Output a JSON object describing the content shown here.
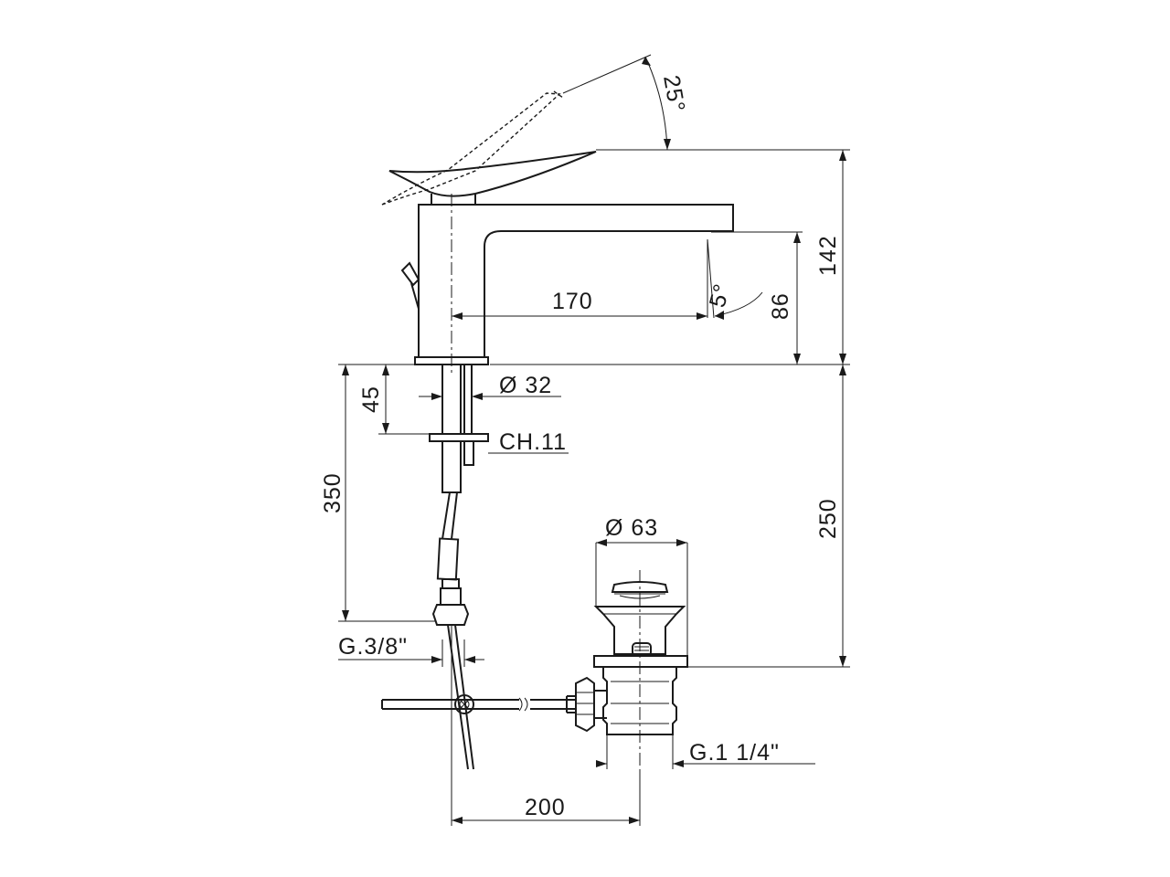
{
  "drawing": {
    "labels": {
      "lever_angle": "25°",
      "total_height": "142",
      "spout_reach": "170",
      "spout_angle": "5°",
      "spout_height": "86",
      "body_diameter": "Ø 32",
      "thread_length": "45",
      "nut_size": "CH.11",
      "hose_length": "350",
      "waste_height": "250",
      "waste_diameter": "Ø 63",
      "hose_connection": "G.3/8\"",
      "waste_thread": "G.1 1/4\"",
      "waste_distance": "200"
    }
  }
}
